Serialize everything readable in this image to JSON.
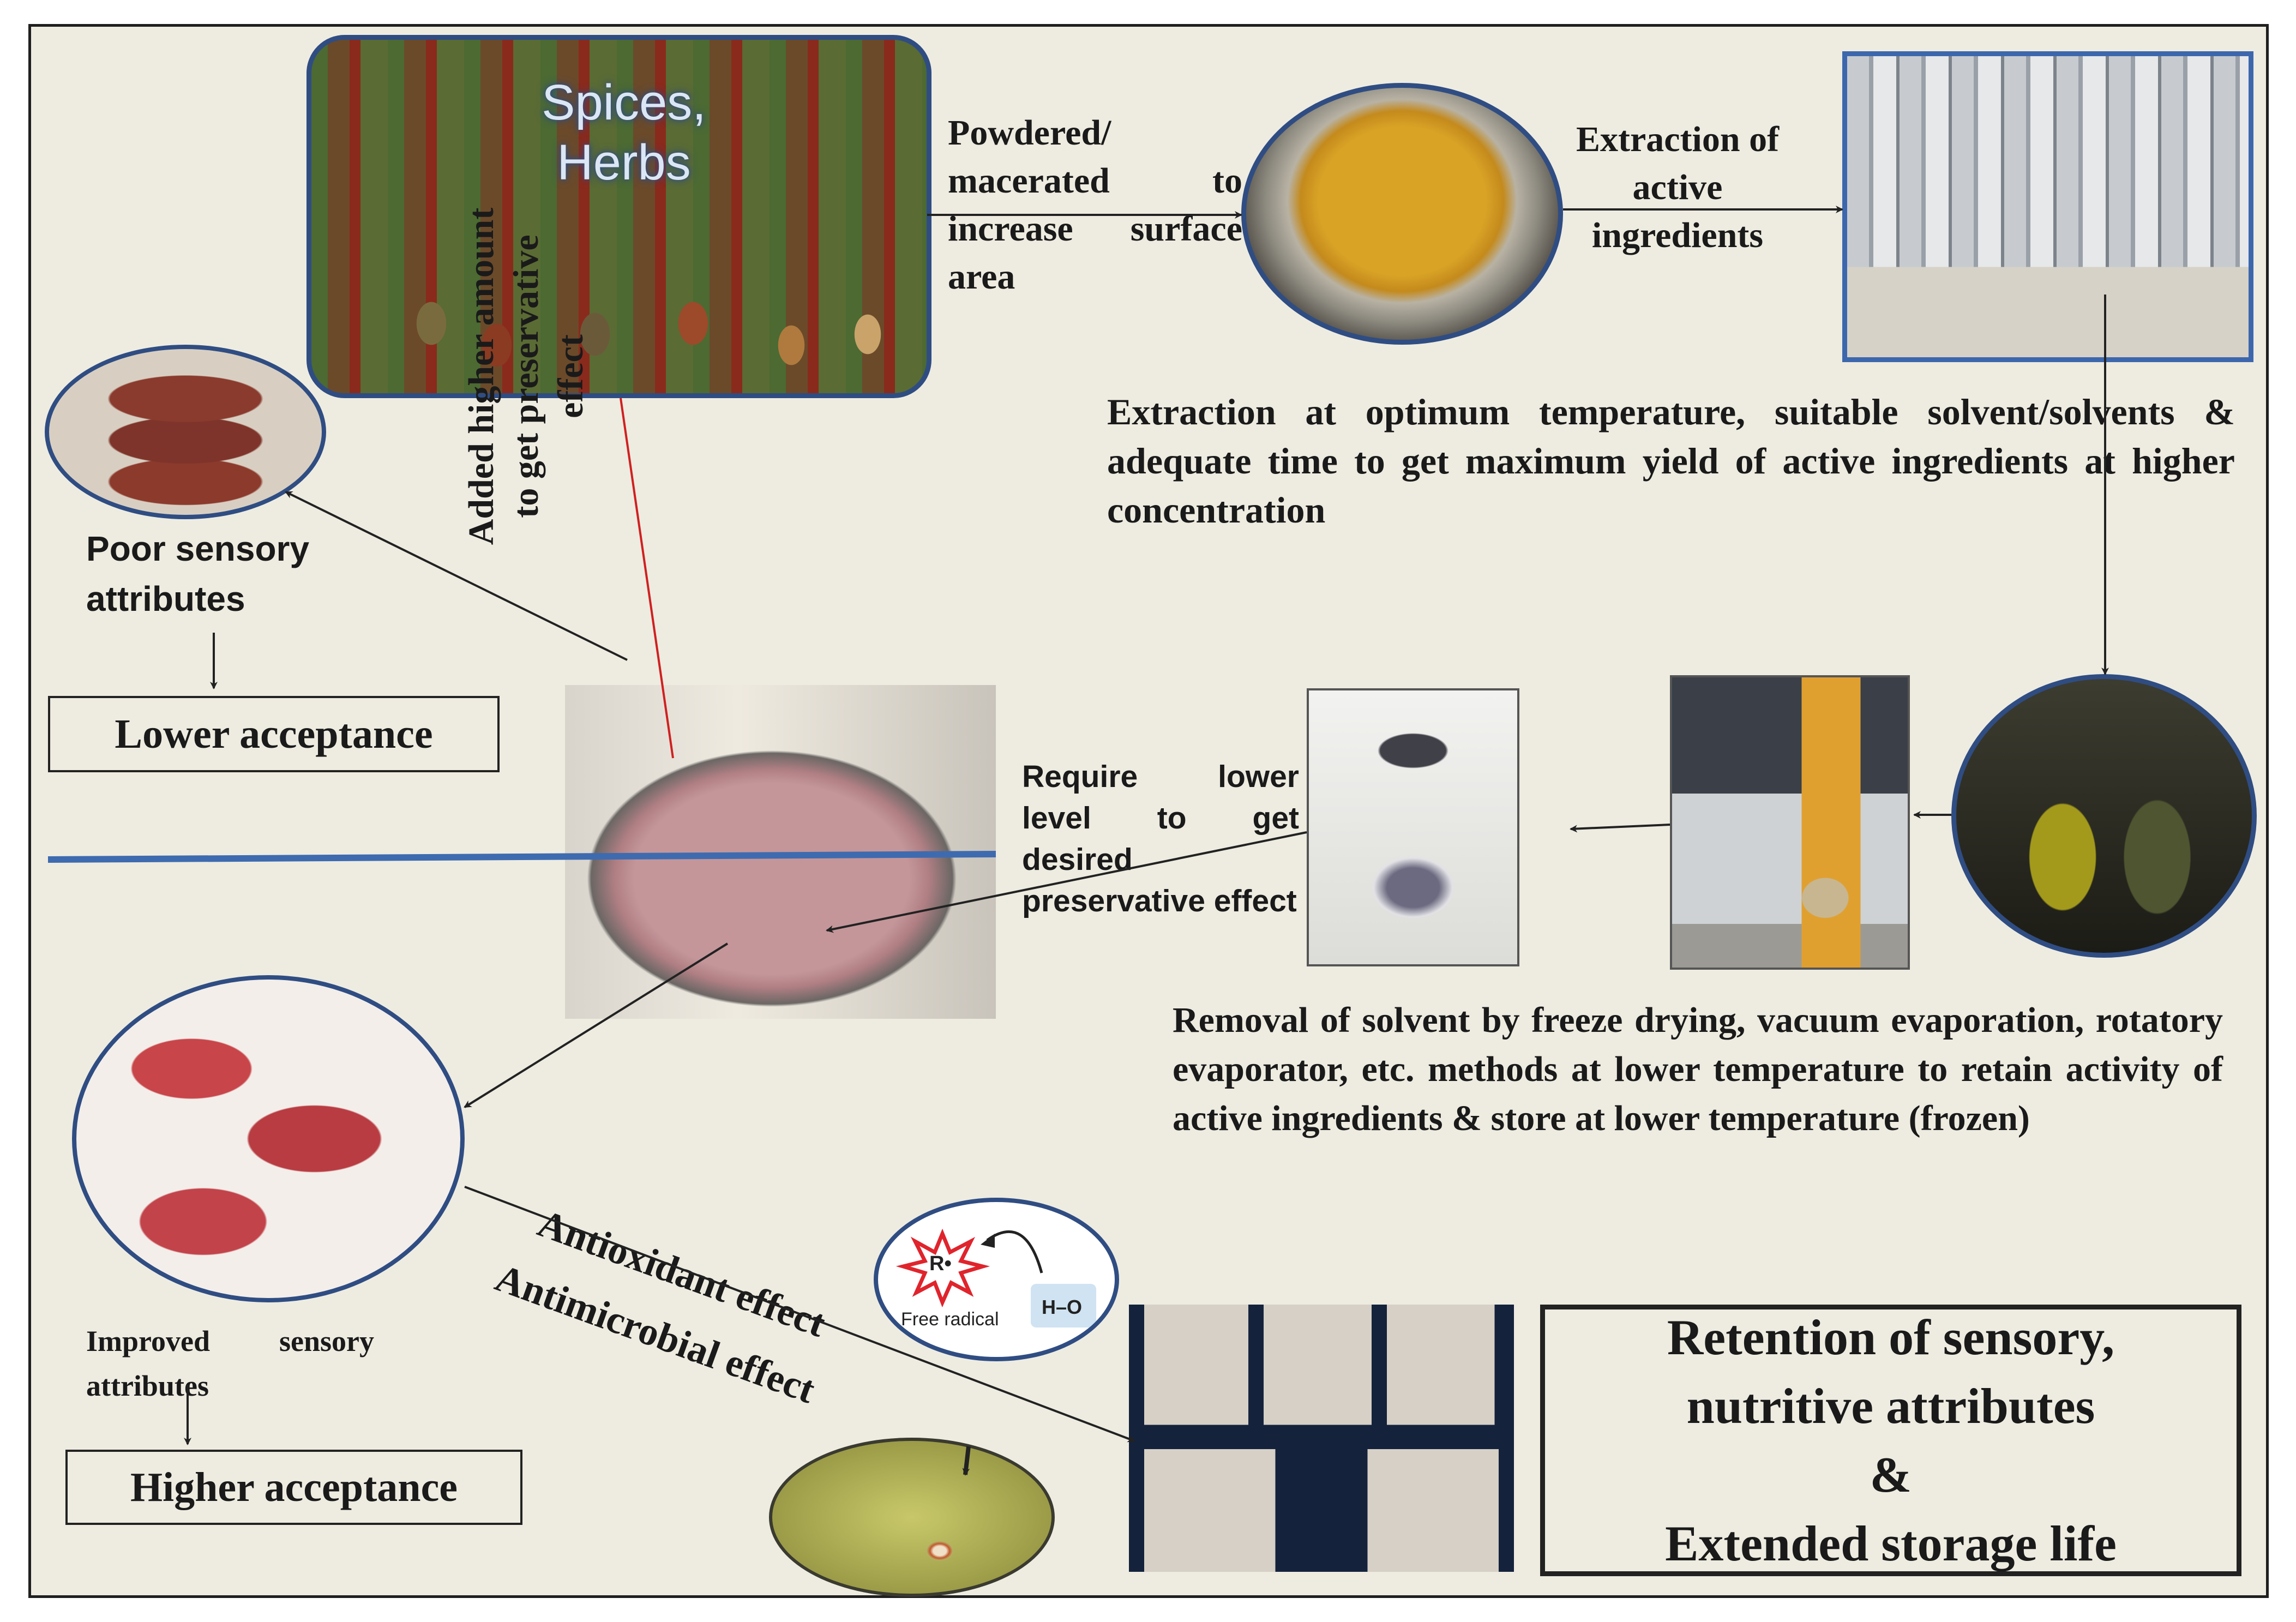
{
  "panels": {
    "spices": {
      "title": "Spices, Herbs"
    },
    "powder_step": "Powdered/ macerated to increase surface area",
    "extract_step": "Extraction of active ingredients",
    "extraction_note": "Extraction at optimum temperature, suitable solvent/solvents & adequate time to get maximum yield of active ingredients at higher concentration",
    "higher_amount": "Added higher amount to get preservative effect",
    "poor_sensory": "Poor sensory attributes",
    "lower_acceptance": "Lower acceptance",
    "require_lower": "Require lower level to get desired preservative effect",
    "removal_note": "Removal of solvent by freeze drying, vacuum evaporation, rotatory evaporator, etc. methods at lower temperature to retain activity of active ingredients & store at lower temperature (frozen)",
    "antioxidant": "Antioxidant effect",
    "antimicrobial": "Antimicrobial effect",
    "free_radical_symbol": "R•",
    "free_radical_label": "Free radical",
    "ho_label": "H–O",
    "improved_sensory": "Improved sensory attributes",
    "higher_acceptance": "Higher acceptance",
    "retention": {
      "line1": "Retention of sensory,",
      "line2": "nutritive attributes",
      "line3": "&",
      "line4": "Extended storage life"
    }
  },
  "colors": {
    "background": "#eeece1",
    "frame_border": "#2f4d82",
    "arrow": "#222222",
    "divider": "#3e6bb0"
  },
  "icons": [
    "spice-rack-photo",
    "turmeric-powder-photo",
    "extraction-plant-photo",
    "extract-flasks-photo",
    "rotary-evaporator-photo",
    "dried-extract-photo",
    "meat-mixer-photo",
    "dry-patties-photo",
    "fresh-patties-photo",
    "free-radical-icon",
    "inhibition-zone-photo",
    "packaged-samples-photo"
  ]
}
